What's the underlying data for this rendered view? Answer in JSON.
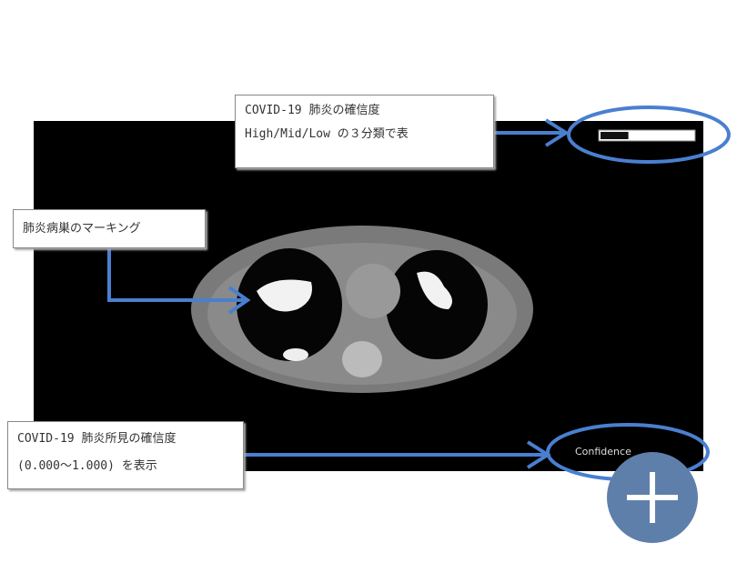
{
  "callouts": {
    "confidence_level": [
      "COVID-19 肺炎の確信度",
      "High/Mid/Low の３分類で表"
    ],
    "lesion_marking": "肺炎病巣のマーキング",
    "confidence_score": [
      "COVID-19 肺炎所見の確信度",
      "(0.000～1.000) を表示"
    ]
  },
  "ct_viewer": {
    "confidence_label": "Confidence",
    "confidence_bar_level": 0.3
  },
  "colors": {
    "accent": "#4a7fd0",
    "button": "#5f7fab"
  },
  "icons": {
    "expand_button": "plus-icon"
  }
}
